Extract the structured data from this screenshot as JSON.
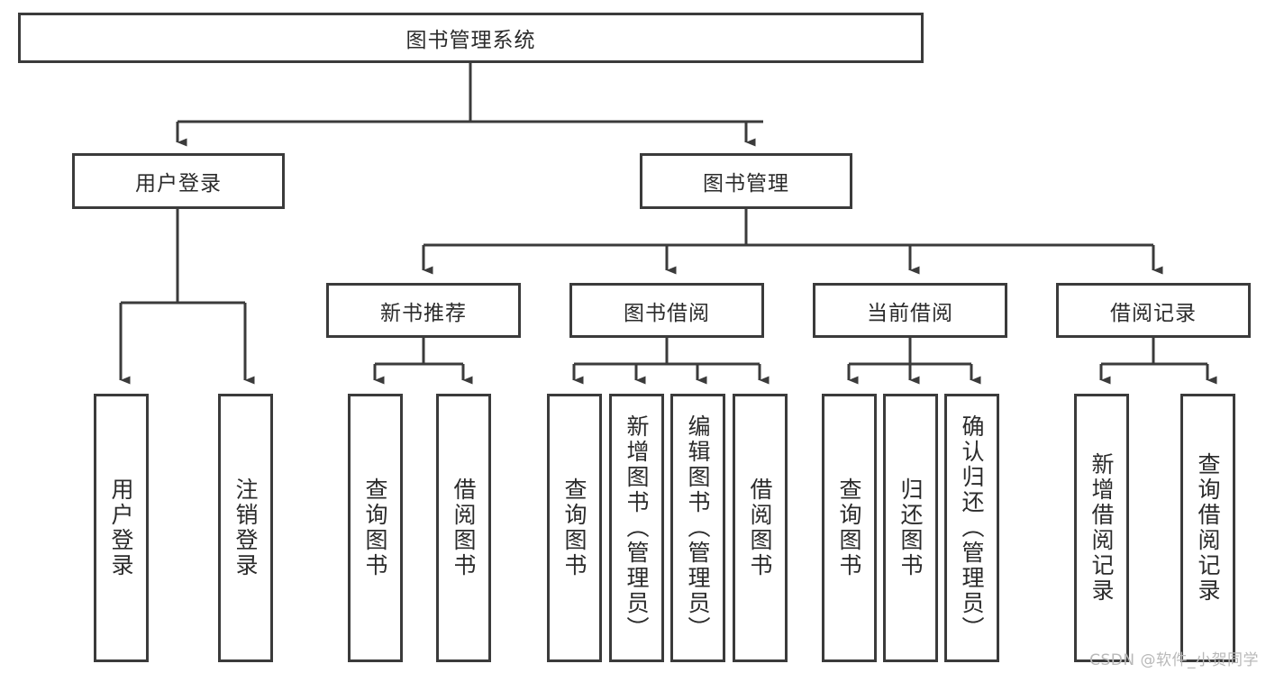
{
  "diagram": {
    "type": "tree-hierarchy",
    "title": "图书管理系统",
    "watermark": "CSDN @软件_小贺同学",
    "colors": {
      "box_border": "#3b3b3b",
      "line": "#3b3b3b",
      "background": "#ffffff",
      "text": "#2b2b2b",
      "watermark": "#b9b9b9"
    },
    "root": {
      "label": "图书管理系统"
    },
    "level2": [
      {
        "label": "用户登录"
      },
      {
        "label": "图书管理"
      }
    ],
    "level3": [
      {
        "label": "新书推荐"
      },
      {
        "label": "图书借阅"
      },
      {
        "label": "当前借阅"
      },
      {
        "label": "借阅记录"
      }
    ],
    "leaves": {
      "user_login": [
        {
          "label": "用户登录"
        },
        {
          "label": "注销登录"
        }
      ],
      "new_book_recommend": [
        {
          "label": "查询图书"
        },
        {
          "label": "借阅图书"
        }
      ],
      "book_borrow": [
        {
          "label": "查询图书"
        },
        {
          "label": "新增图书（管理员）"
        },
        {
          "label": "编辑图书（管理员）"
        },
        {
          "label": "借阅图书"
        }
      ],
      "current_borrow": [
        {
          "label": "查询图书"
        },
        {
          "label": "归还图书"
        },
        {
          "label": "确认归还（管理员）"
        }
      ],
      "borrow_record": [
        {
          "label": "新增借阅记录"
        },
        {
          "label": "查询借阅记录"
        }
      ]
    }
  }
}
